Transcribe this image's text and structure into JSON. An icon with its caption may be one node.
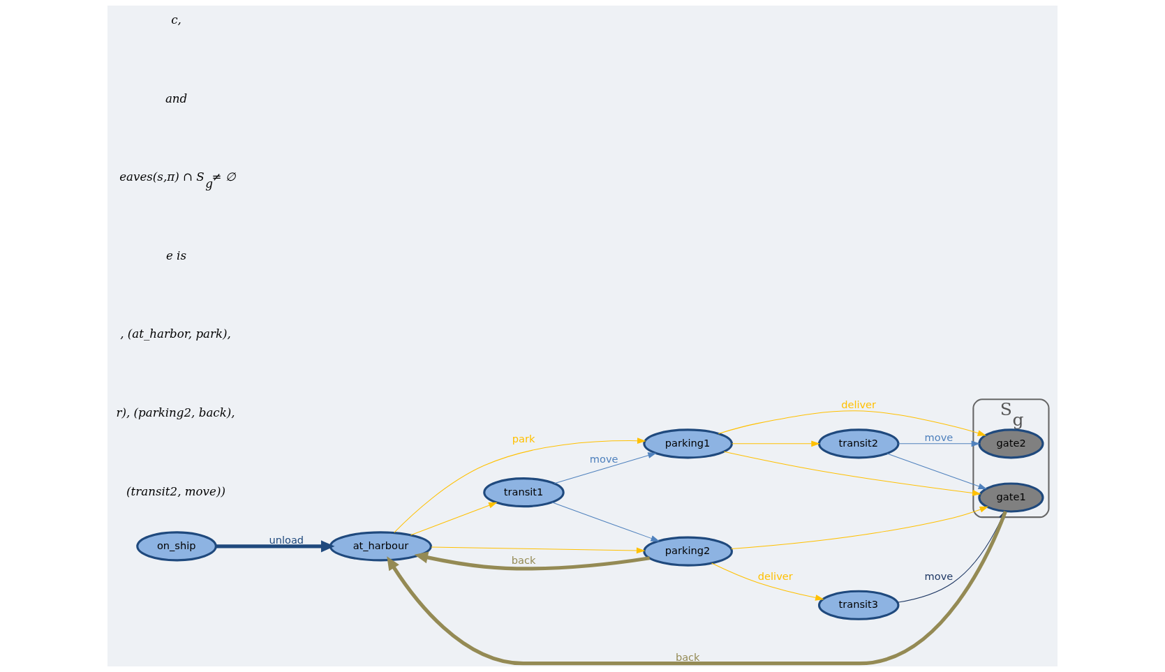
{
  "diagram": {
    "nodes": [
      {
        "text": [
          "on_ship"
        ]
      },
      {
        "text": [
          "at_harbour"
        ]
      },
      {
        "text": [
          "parking2"
        ]
      },
      {
        "text": [
          "parking1"
        ]
      },
      {
        "text": [
          "transit1"
        ]
      },
      {
        "text": [
          "transit2"
        ]
      },
      {
        "text": [
          "transit3"
        ]
      },
      {
        "text": [
          "S$_{g}$"
        ]
      },
      {
        "text": [
          "gate1"
        ],
        "in": 7
      },
      {
        "text": [
          "gate2"
        ],
        "in": 7
      }
    ],
    "edges": [
      {
        "from": 0,
        "to": 1,
        "arrow": "to",
        "label": "unload",
        "style": "thick",
        "color": "#1f497d"
      },
      {
        "from": 1,
        "to": 2,
        "arrow": "to"
      },
      {
        "from": 1,
        "to": 3,
        "arrow": "to",
        "label": "park"
      },
      {
        "from": 1,
        "to": 4,
        "arrow": "to"
      },
      {
        "from": 2,
        "to": 1,
        "arrow": "to",
        "label": "back",
        "style": "thick",
        "color": "#948a54"
      },
      {
        "from": 8,
        "to": 1,
        "arrow": "to",
        "label": "back",
        "style": "thick",
        "color": "#948a54"
      },
      {
        "from": 2,
        "to": 6,
        "arrow": "to",
        "label": "deliver"
      },
      {
        "from": 2,
        "to": 8,
        "arrow": "to"
      },
      {
        "from": 3,
        "to": 8,
        "arrow": "to"
      },
      {
        "from": 3,
        "to": 9,
        "arrow": "to",
        "label": "deliver"
      },
      {
        "from": 3,
        "to": 5,
        "arrow": "to"
      },
      {
        "from": 4,
        "to": 2,
        "arrow": "to",
        "color": "#4f81bd"
      },
      {
        "from": 4,
        "to": 3,
        "arrow": "to",
        "label": "move",
        "color": "#4f81bd"
      },
      {
        "from": 5,
        "to": 8,
        "arrow": "to",
        "color": "#4f81bd"
      },
      {
        "from": 5,
        "to": 9,
        "arrow": "to",
        "label": "move",
        "color": "#4f81bd"
      },
      {
        "from": 6,
        "to": 8,
        "arrow": "to",
        "label": "move",
        "color": "#1f3864"
      }
    ],
    "labels": [
      "c,",
      "and",
      "eaves(s,π) ∩ S$_{g}$≠ ∅",
      "e is",
      ", (at_harbor, park),",
      "r), (parking2, back),",
      "(transit2, move))"
    ]
  }
}
